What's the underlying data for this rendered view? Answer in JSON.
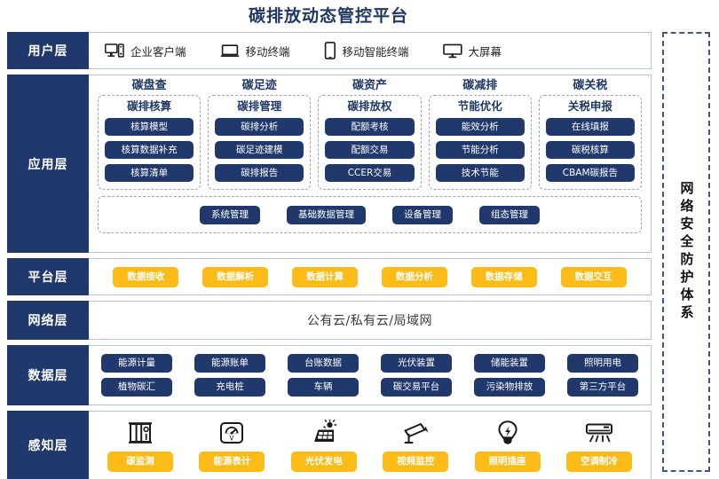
{
  "title": "碳排放动态管控平台",
  "security_band": {
    "label": "网络安全防护体系"
  },
  "layers": {
    "user": {
      "label": "用户层",
      "items": [
        {
          "icon": "desktop-pc-icon",
          "label": "企业客户端"
        },
        {
          "icon": "laptop-icon",
          "label": "移动终端"
        },
        {
          "icon": "smartphone-icon",
          "label": "移动智能终端"
        },
        {
          "icon": "large-screen-icon",
          "label": "大屏幕"
        }
      ]
    },
    "application": {
      "label": "应用层",
      "columns": [
        {
          "title": "碳盘查",
          "box_title": "碳排核算",
          "items": [
            "核算模型",
            "核算数据补充",
            "核算清单"
          ]
        },
        {
          "title": "碳足迹",
          "box_title": "碳排管理",
          "items": [
            "碳排分析",
            "碳足迹建模",
            "碳排报告"
          ]
        },
        {
          "title": "碳资产",
          "box_title": "碳排放权",
          "items": [
            "配额考核",
            "配额交易",
            "CCER交易"
          ]
        },
        {
          "title": "碳减排",
          "box_title": "节能优化",
          "items": [
            "能效分析",
            "节能分析",
            "技术节能"
          ]
        },
        {
          "title": "碳关税",
          "box_title": "关税申报",
          "items": [
            "在线填报",
            "碳税核算",
            "CBAM碳报告"
          ]
        }
      ],
      "common": [
        "系统管理",
        "基础数据管理",
        "设备管理",
        "组态管理"
      ]
    },
    "platform": {
      "label": "平台层",
      "items": [
        "数据接收",
        "数据解析",
        "数据计算",
        "数据分析",
        "数据存储",
        "数据交互"
      ]
    },
    "network": {
      "label": "网络层",
      "text": "公有云/私有云/局域网"
    },
    "data": {
      "label": "数据层",
      "row1": [
        "能源计量",
        "能源账单",
        "台账数据",
        "光伏装置",
        "储能装置",
        "照明用电"
      ],
      "row2": [
        "植物碳汇",
        "充电桩",
        "车辆",
        "碳交易平台",
        "污染物排放",
        "第三方平台"
      ]
    },
    "sense": {
      "label": "感知层",
      "items": [
        {
          "icon": "carbon-monitor-cabinet-icon",
          "label": "碳监测"
        },
        {
          "icon": "energy-meter-gauge-icon",
          "label": "能源表计"
        },
        {
          "icon": "solar-panel-icon",
          "label": "光伏发电"
        },
        {
          "icon": "cctv-camera-icon",
          "label": "视频监控"
        },
        {
          "icon": "light-bulb-icon",
          "label": "照明插座"
        },
        {
          "icon": "air-conditioner-icon",
          "label": "空调制冷"
        }
      ]
    }
  },
  "colors": {
    "navy": "#20386b",
    "title_navy": "#1f3864",
    "accent_yellow": "#fcbb16",
    "border": "#b9c3d6",
    "dashed": "#9aa6bd"
  }
}
